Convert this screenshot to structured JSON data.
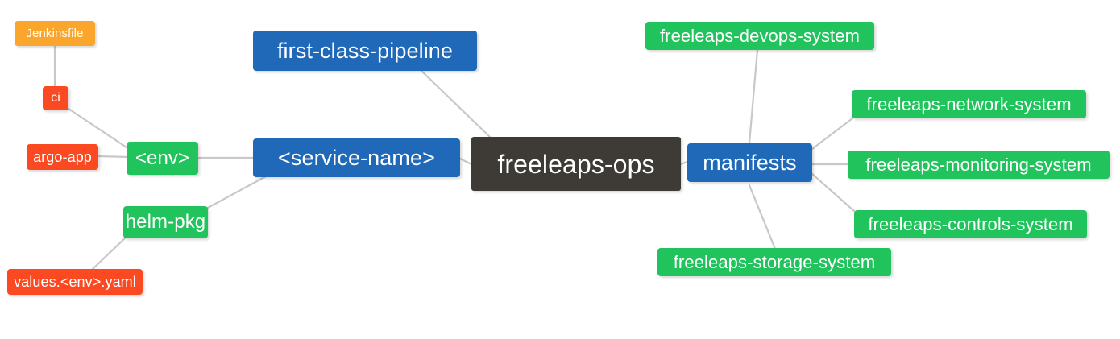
{
  "diagram": {
    "type": "mind-map",
    "title": "freeleaps-ops",
    "background": "#ffffff",
    "edge_color": "#c8c8c8",
    "palette": {
      "root": "#3e3a36",
      "blue": "#2069b8",
      "green": "#21c35c",
      "red": "#fb4a22",
      "orange": "#faa62c",
      "text": "#ffffff"
    }
  },
  "nodes": {
    "root": {
      "label": "freeleaps-ops"
    },
    "service_name": {
      "label": "<service-name>"
    },
    "manifests": {
      "label": "manifests"
    },
    "first_class_pipeline": {
      "label": "first-class-pipeline"
    },
    "env": {
      "label": "<env>"
    },
    "helm_pkg": {
      "label": "helm-pkg"
    },
    "ci": {
      "label": "ci"
    },
    "argo_app": {
      "label": "argo-app"
    },
    "jenkinsfile": {
      "label": "Jenkinsfile"
    },
    "values_yaml": {
      "label": "values.<env>.yaml"
    },
    "devops_system": {
      "label": "freeleaps-devops-system"
    },
    "network_system": {
      "label": "freeleaps-network-system"
    },
    "monitoring_system": {
      "label": "freeleaps-monitoring-system"
    },
    "controls_system": {
      "label": "freeleaps-controls-system"
    },
    "storage_system": {
      "label": "freeleaps-storage-system"
    }
  },
  "edges": [
    {
      "from": "root",
      "to": "service_name"
    },
    {
      "from": "root",
      "to": "manifests"
    },
    {
      "from": "root",
      "to": "first_class_pipeline"
    },
    {
      "from": "service_name",
      "to": "env"
    },
    {
      "from": "service_name",
      "to": "helm_pkg"
    },
    {
      "from": "env",
      "to": "ci"
    },
    {
      "from": "env",
      "to": "argo_app"
    },
    {
      "from": "ci",
      "to": "jenkinsfile"
    },
    {
      "from": "helm_pkg",
      "to": "values_yaml"
    },
    {
      "from": "manifests",
      "to": "devops_system"
    },
    {
      "from": "manifests",
      "to": "network_system"
    },
    {
      "from": "manifests",
      "to": "monitoring_system"
    },
    {
      "from": "manifests",
      "to": "controls_system"
    },
    {
      "from": "manifests",
      "to": "storage_system"
    }
  ]
}
